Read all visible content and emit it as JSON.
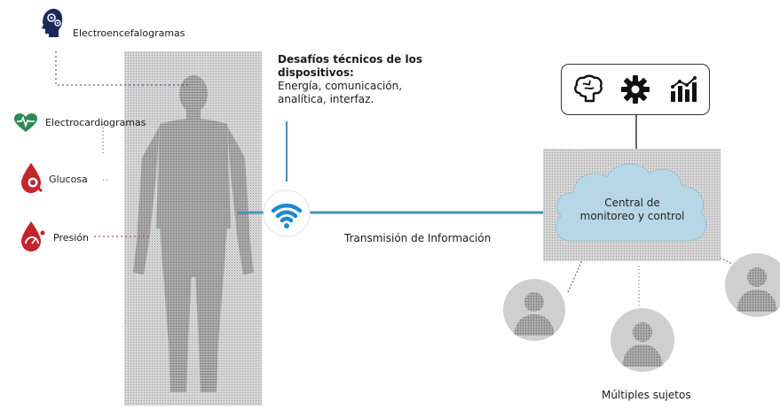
{
  "sensors": {
    "eeg_label": "Electroencefalogramas",
    "ecg_label": "Electrocardiogramas",
    "glucose_label": "Glucosa",
    "pressure_label": "Presión"
  },
  "challenges": {
    "title": "Desafíos técnicos de los dispositivos:",
    "body": "Energía, comunicación, analítica, interfaz."
  },
  "transmission_label": "Transmisión de Información",
  "central": {
    "label": "Central de monitoreo y control",
    "icons": [
      "brain-icon",
      "gear-icon",
      "bar-chart-icon"
    ]
  },
  "subjects_label": "Múltiples sujetos",
  "colors": {
    "sensor_red": "#c4242b",
    "sensor_green": "#2e8b57",
    "eeg_navy": "#1a2a5e",
    "wifi_blue": "#1f8ad0",
    "line_blue": "#4a90b8",
    "cloud_fill": "#b7d7e6"
  }
}
